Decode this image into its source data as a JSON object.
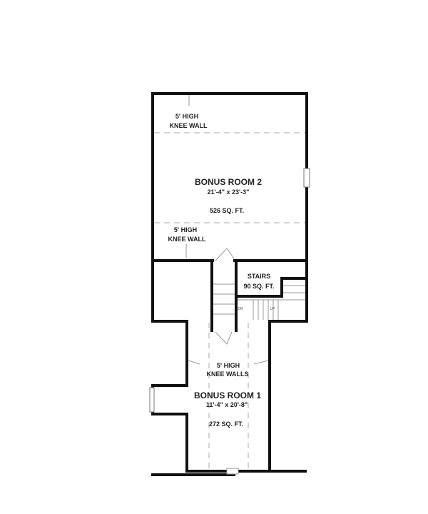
{
  "bonus_room_2": {
    "name": "BONUS ROOM 2",
    "dims": "21'-4\" x 23'-3\"",
    "area": "526 SQ. FT.",
    "knee_wall_top": [
      "5' HIGH",
      "KNEE WALL"
    ],
    "knee_wall_bottom": [
      "5' HIGH",
      "KNEE WALL"
    ]
  },
  "stairs": {
    "name": "STAIRS",
    "area": "90 SQ. FT.",
    "dn": "DN",
    "up": "UP"
  },
  "bonus_room_1": {
    "name": "BONUS ROOM 1",
    "dims": "11'-4\" x 20'-8\"",
    "area": "272 SQ. FT.",
    "knee_walls": [
      "5' HIGH",
      "KNEE WALLS"
    ]
  }
}
